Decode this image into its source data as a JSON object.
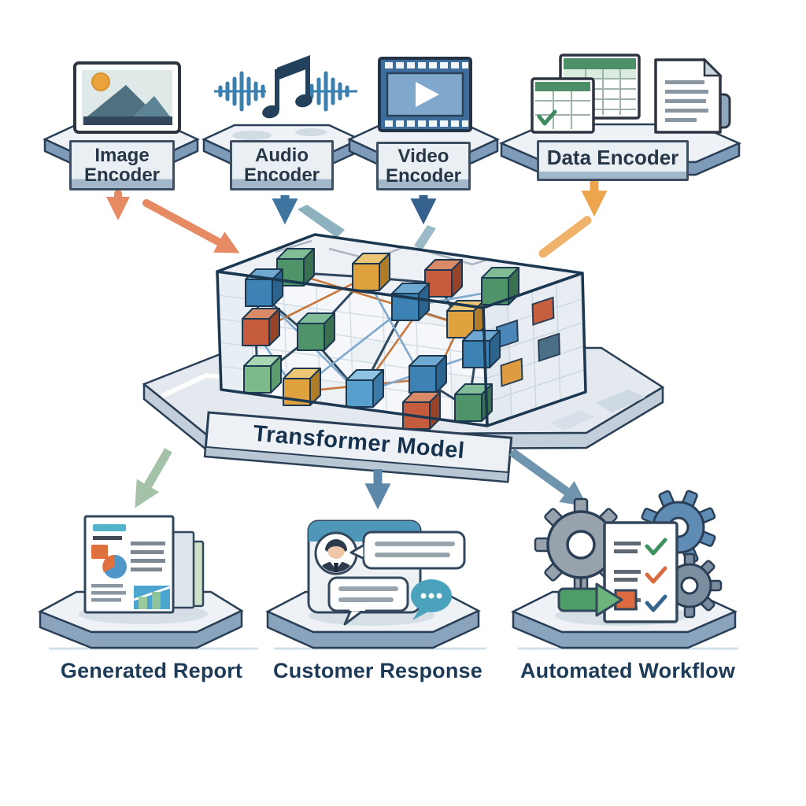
{
  "diagram": {
    "encoders": [
      {
        "label": "Image Encoder",
        "icon": "image-photo-icon",
        "arrow_color": "#e58a62"
      },
      {
        "label": "Audio Encoder",
        "icon": "audio-waveform-note-icon",
        "arrow_color": "#3e74a0"
      },
      {
        "label": "Video Encoder",
        "icon": "video-filmstrip-icon",
        "arrow_color": "#34618d"
      },
      {
        "label": "Data Encoder",
        "icon": "spreadsheet-document-icon",
        "arrow_color": "#eca54d"
      }
    ],
    "model": {
      "label": "Transformer Model",
      "icon": "neural-cube-icon"
    },
    "outputs": [
      {
        "label": "Generated Report",
        "icon": "report-document-icon",
        "arrow_color": "#a3c2a8"
      },
      {
        "label": "Customer Response",
        "icon": "chat-bubbles-icon",
        "arrow_color": "#5d87a8"
      },
      {
        "label": "Automated Workflow",
        "icon": "gears-checklist-icon",
        "arrow_color": "#6f94ad"
      }
    ],
    "palette": {
      "outline_navy": "#2a3f55",
      "platform_top": "#eef2f6",
      "platform_side": "#7e9cba",
      "cube_blue": "#3d82b5",
      "cube_green": "#4e9468",
      "cube_amber": "#dfa23f",
      "cube_red": "#c45c3d",
      "label_text": "#1d3a57"
    }
  }
}
